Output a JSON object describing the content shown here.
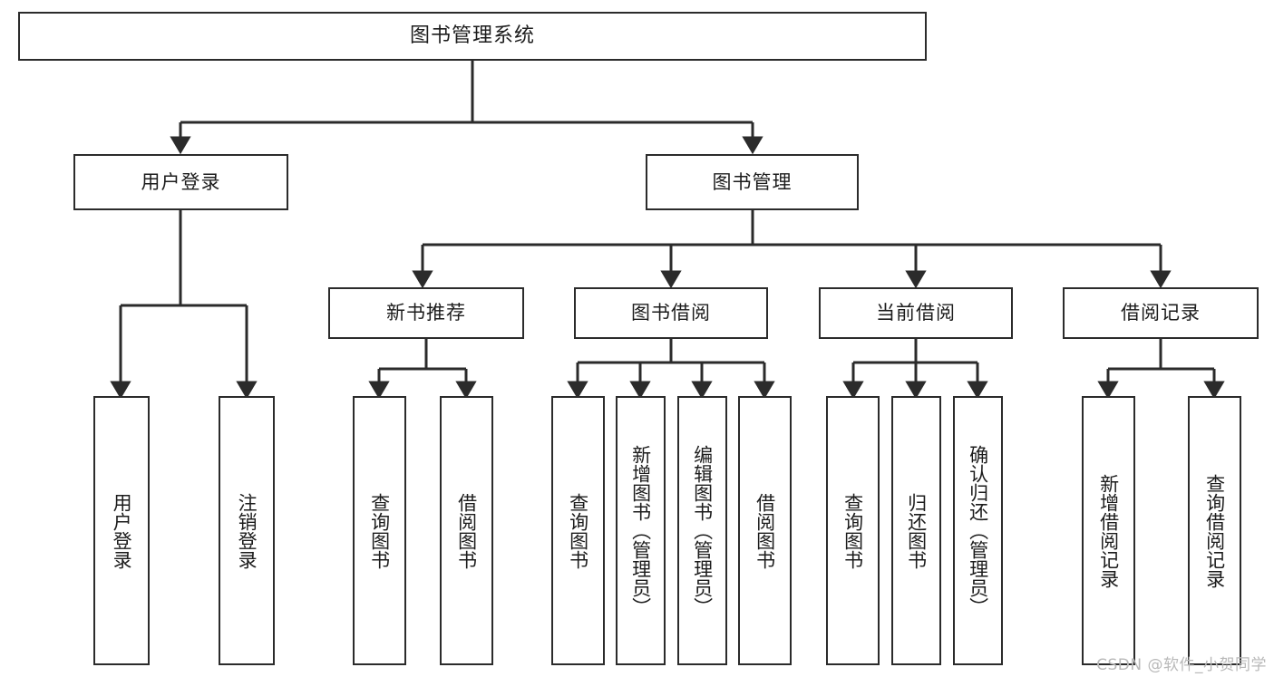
{
  "diagram": {
    "title": "图书管理系统",
    "type": "tree-hierarchy",
    "root": {
      "label": "图书管理系统"
    },
    "level2": [
      {
        "label": "用户登录"
      },
      {
        "label": "图书管理"
      }
    ],
    "level3": [
      {
        "label": "新书推荐"
      },
      {
        "label": "图书借阅"
      },
      {
        "label": "当前借阅"
      },
      {
        "label": "借阅记录"
      }
    ],
    "leaves": [
      {
        "label": "用户登录",
        "parent": "用户登录"
      },
      {
        "label": "注销登录",
        "parent": "用户登录"
      },
      {
        "label": "查询图书",
        "parent": "新书推荐"
      },
      {
        "label": "借阅图书",
        "parent": "新书推荐"
      },
      {
        "label": "查询图书",
        "parent": "图书借阅"
      },
      {
        "label": "新增图书（管理员）",
        "parent": "图书借阅"
      },
      {
        "label": "编辑图书（管理员）",
        "parent": "图书借阅"
      },
      {
        "label": "借阅图书",
        "parent": "图书借阅"
      },
      {
        "label": "查询图书",
        "parent": "当前借阅"
      },
      {
        "label": "归还图书",
        "parent": "当前借阅"
      },
      {
        "label": "确认归还（管理员）",
        "parent": "当前借阅"
      },
      {
        "label": "新增借阅记录",
        "parent": "借阅记录"
      },
      {
        "label": "查询借阅记录",
        "parent": "借阅记录"
      }
    ],
    "colors": {
      "stroke": "#2b2b2b",
      "fill": "#ffffff",
      "text": "#1c1c1c",
      "watermark": "#b9b9b9"
    }
  },
  "watermark": {
    "text": "CSDN @软件_小贺同学"
  }
}
